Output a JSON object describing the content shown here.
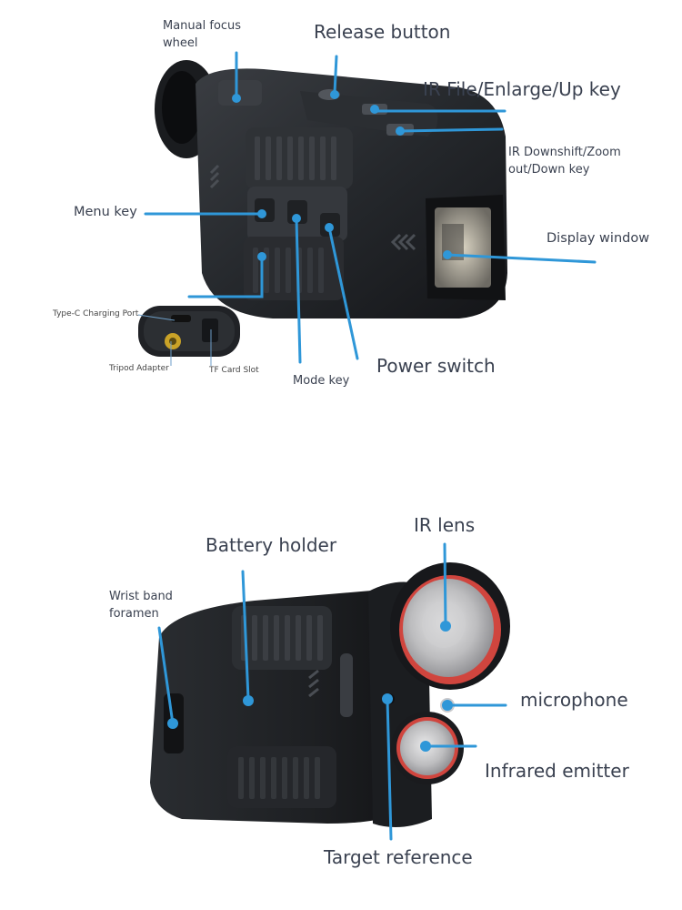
{
  "top": {
    "labels": {
      "manual_focus_wheel_1": "Manual focus",
      "manual_focus_wheel_2": "wheel",
      "release_button": "Release button",
      "ir_file_enlarge_up": "IR File/Enlarge/Up key",
      "ir_downshift_1": "IR Downshift/Zoom",
      "ir_downshift_2": "out/Down key",
      "menu_key": "Menu key",
      "display_window": "Display window",
      "type_c_port": "Type-C Charging Port",
      "tripod_adapter": "Tripod Adapter",
      "tf_card_slot": "TF Card Slot",
      "mode_key": "Mode key",
      "power_switch": "Power switch"
    }
  },
  "bottom": {
    "labels": {
      "battery_holder": "Battery holder",
      "ir_lens": "IR lens",
      "wrist_band_1": "Wrist band",
      "wrist_band_2": "foramen",
      "microphone": "microphone",
      "infrared_emitter": "Infrared emitter",
      "target_reference": "Target reference"
    }
  },
  "colors": {
    "callout": "#2f97d8",
    "body_dark": "#1d1f22",
    "body_mid": "#2e3135",
    "lens_red": "#d0453e"
  }
}
